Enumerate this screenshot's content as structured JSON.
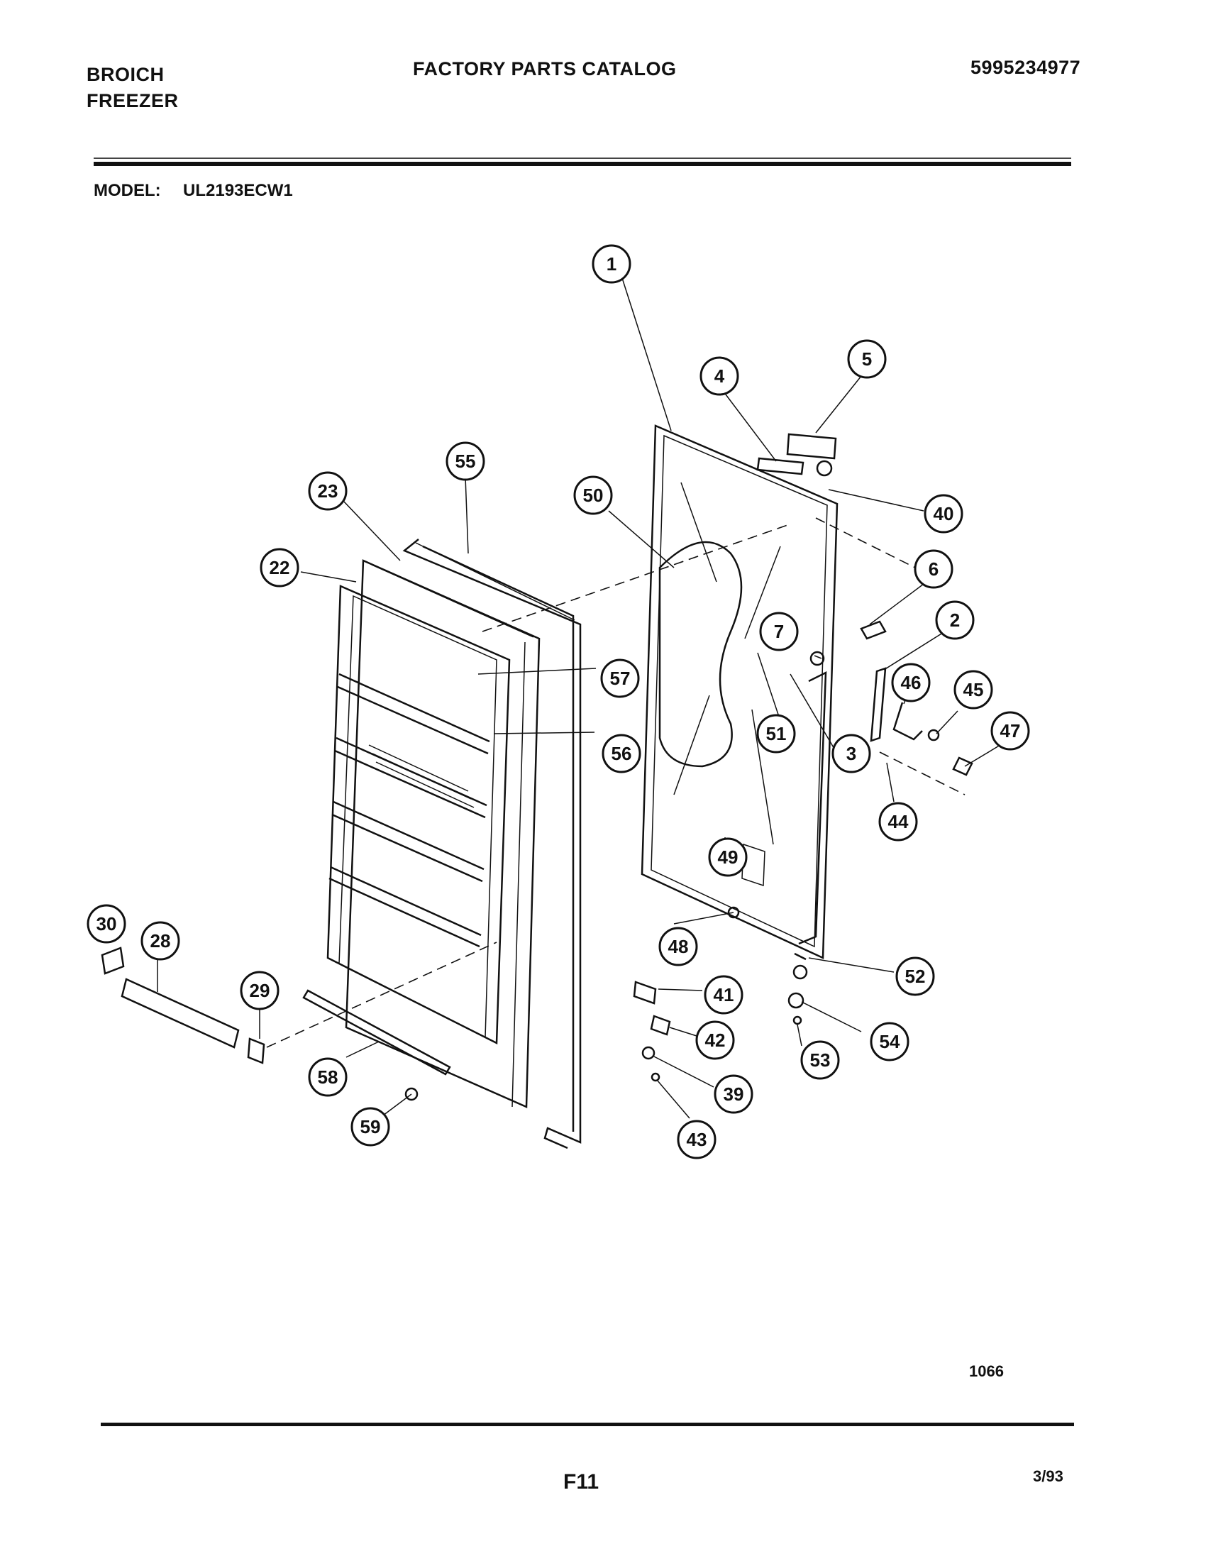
{
  "header": {
    "brand_line1": "BROICH",
    "brand_line2": "FREEZER",
    "catalog_title": "FACTORY PARTS CATALOG",
    "catalog_number": "5995234977"
  },
  "model": {
    "label": "MODEL:",
    "value": "UL2193ECW1"
  },
  "footer": {
    "diagram_code": "1066",
    "page_code": "F11",
    "date_code": "3/93"
  },
  "callouts": [
    "1",
    "4",
    "5",
    "40",
    "55",
    "50",
    "23",
    "22",
    "6",
    "2",
    "7",
    "46",
    "45",
    "47",
    "57",
    "51",
    "3",
    "56",
    "44",
    "49",
    "30",
    "28",
    "29",
    "48",
    "52",
    "41",
    "42",
    "54",
    "53",
    "39",
    "58",
    "59",
    "43"
  ]
}
